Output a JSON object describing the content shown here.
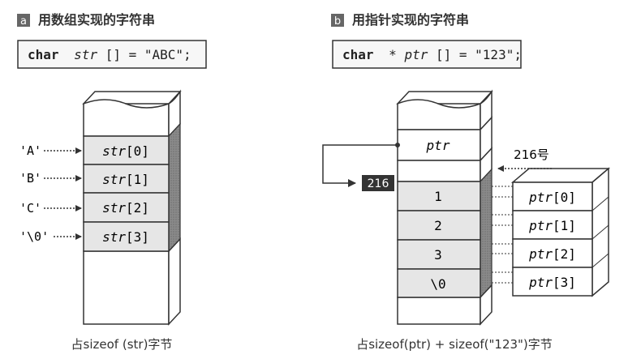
{
  "panel_a": {
    "badge": "a",
    "heading": "用数组实现的字符串",
    "code": {
      "keyword": "char",
      "name": "str",
      "rest": "[] = \"ABC\";"
    },
    "cells": [
      {
        "name": "str",
        "index": "[0]",
        "char_label": "'A'"
      },
      {
        "name": "str",
        "index": "[1]",
        "char_label": "'B'"
      },
      {
        "name": "str",
        "index": "[2]",
        "char_label": "'C'"
      },
      {
        "name": "str",
        "index": "[3]",
        "char_label": "'\\0'"
      }
    ],
    "caption": "占sizeof (str)字节"
  },
  "panel_b": {
    "badge": "b",
    "heading": "用指针实现的字符串",
    "code": {
      "keyword": "char",
      "star": "*",
      "name": "ptr",
      "rest": "[] = \"123\";"
    },
    "ptr_cell": "ptr",
    "address_tag": "216",
    "address_label": "216号",
    "memory_values": [
      "1",
      "2",
      "3",
      "\\0"
    ],
    "cells": [
      {
        "name": "ptr",
        "index": "[0]"
      },
      {
        "name": "ptr",
        "index": "[1]"
      },
      {
        "name": "ptr",
        "index": "[2]"
      },
      {
        "name": "ptr",
        "index": "[3]"
      }
    ],
    "caption": "占sizeof(ptr) + sizeof(\"123\")字节"
  },
  "colors": {
    "badge_fill": "#666666",
    "code_box_fill": "#f7f7f7",
    "cell_fill": "#e6e6e6",
    "shaded_side": "#8a8a8a",
    "address_tag_fill": "#333333",
    "line": "#333333"
  }
}
